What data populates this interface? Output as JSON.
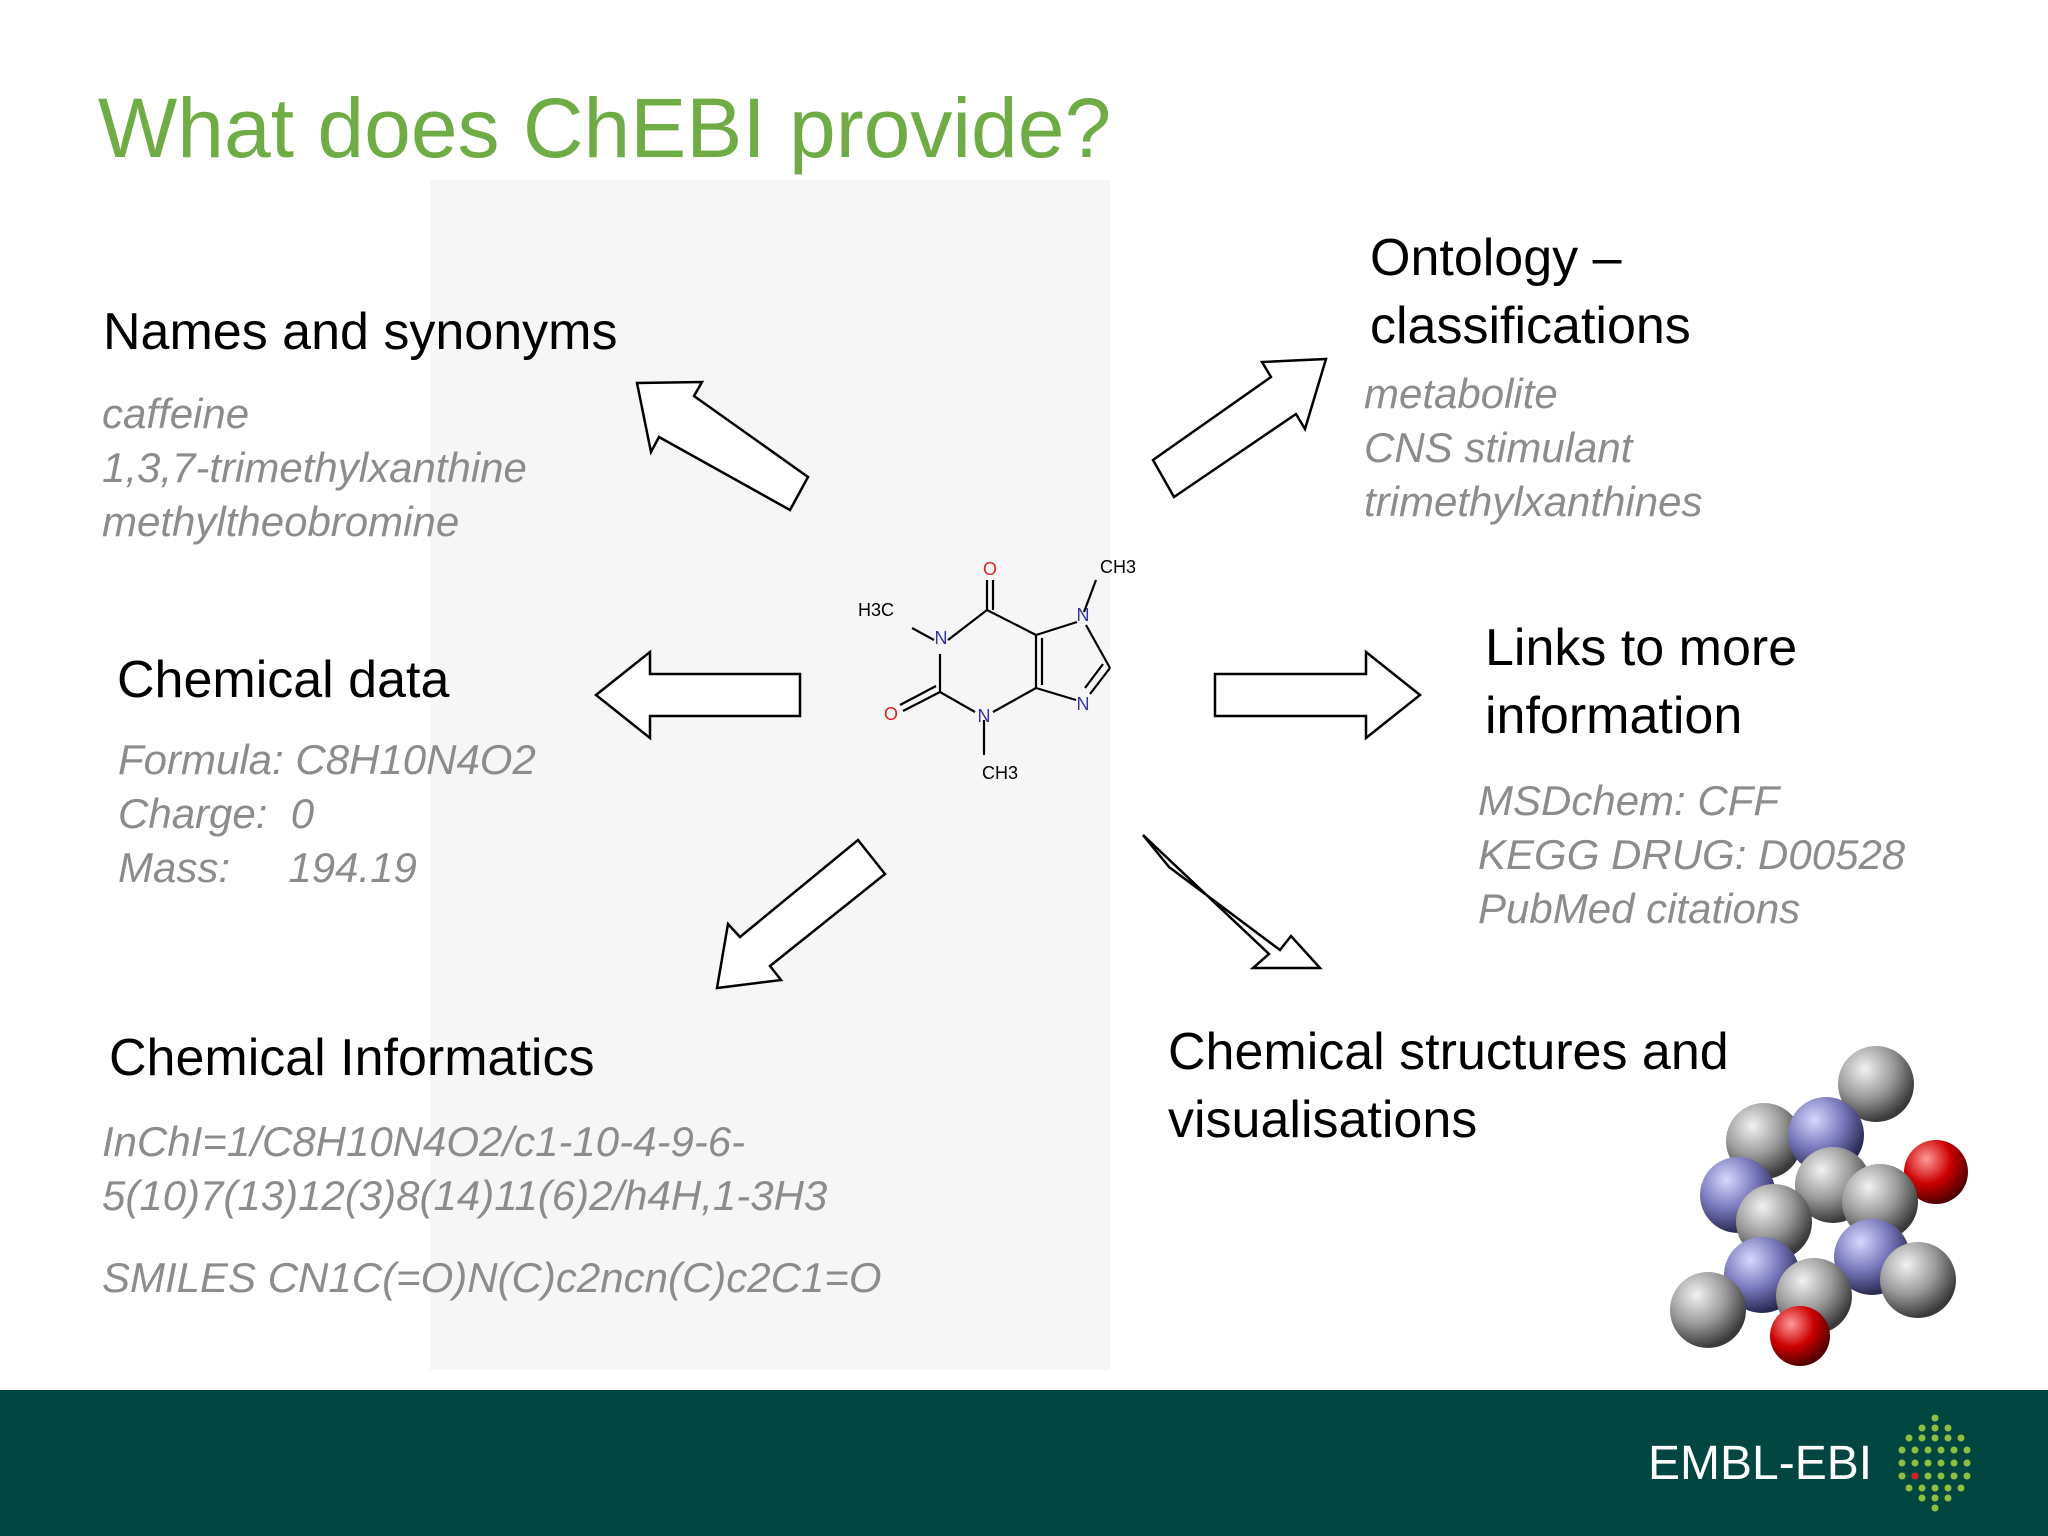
{
  "slide": {
    "title": "What does ChEBI provide?",
    "names": {
      "heading": "Names and synonyms",
      "items": [
        "caffeine",
        "1,3,7-trimethylxanthine",
        "methyltheobromine"
      ]
    },
    "ontology": {
      "heading_line1": "Ontology –",
      "heading_line2": "classifications",
      "items": [
        "metabolite",
        "CNS stimulant",
        "trimethylxanthines"
      ]
    },
    "chemical_data": {
      "heading": "Chemical data",
      "items": [
        "Formula: C8H10N4O2",
        "Charge:  0",
        "Mass:     194.19"
      ]
    },
    "links": {
      "heading_line1": "Links to more",
      "heading_line2": "information",
      "items": [
        "MSDchem: CFF",
        "KEGG DRUG: D00528",
        "PubMed citations"
      ]
    },
    "informatics": {
      "heading": "Chemical Informatics",
      "inchi_line1": "InChI=1/C8H10N4O2/c1-10-4-9-6-",
      "inchi_line2": "5(10)7(13)12(3)8(14)11(6)2/h4H,1-3H3",
      "smiles": "SMILES CN1C(=O)N(C)c2ncn(C)c2C1=O"
    },
    "structures": {
      "heading_line1": "Chemical structures and",
      "heading_line2": "visualisations"
    },
    "molecule_labels": {
      "o_top": "O",
      "o_left": "O",
      "n1": "N",
      "n3": "N",
      "n7": "N",
      "n9": "N",
      "h3c": "H3C",
      "ch3_top": "CH3",
      "ch3_bottom": "CH3"
    }
  },
  "footer": {
    "brand": "EMBL-EBI"
  },
  "colors": {
    "title": "#6fac46",
    "footer_bg": "#024641",
    "subtext": "#8c8c8c"
  }
}
